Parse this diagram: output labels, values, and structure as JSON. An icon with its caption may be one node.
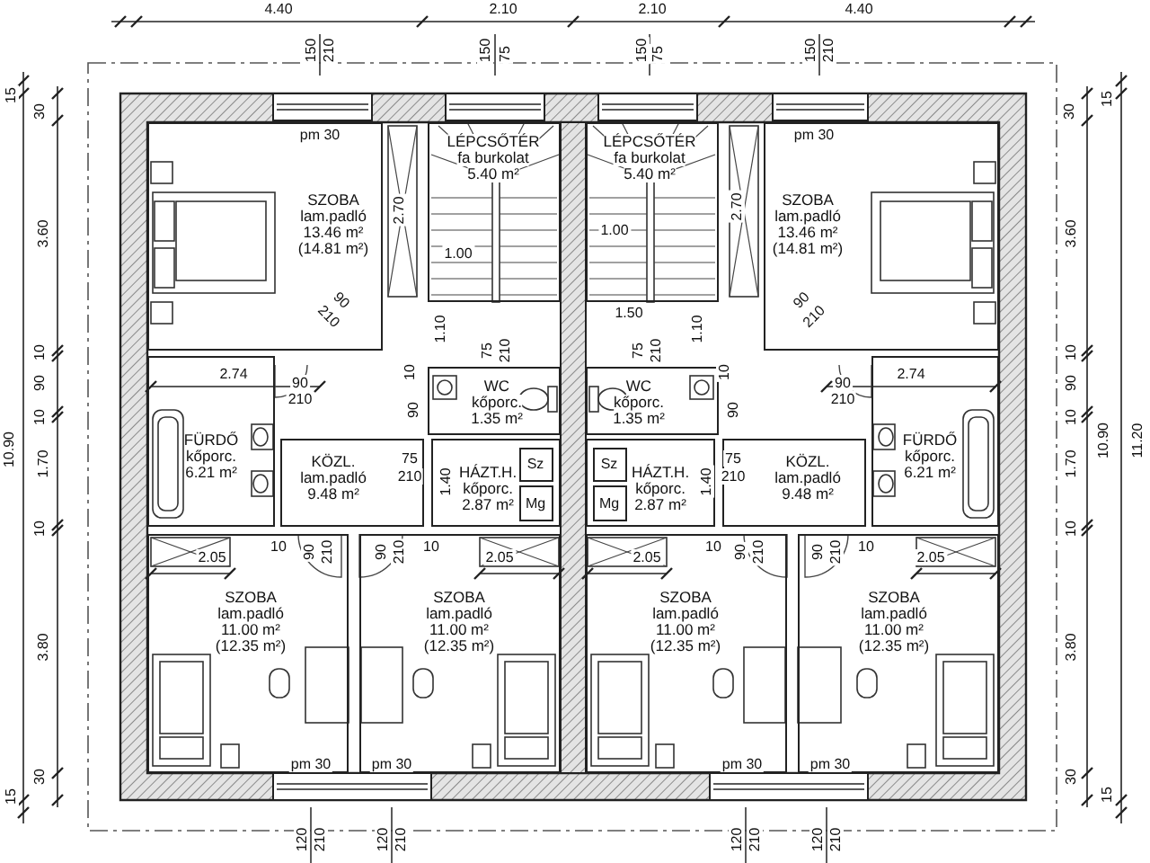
{
  "diagram": {
    "nodes": [
      {
        "text": [
          "SZOBA",
          "lam.padló",
          "13.46 m²",
          "(14.81 m²)"
        ]
      },
      {
        "text": [
          "LÉPCSŐTÉR",
          "fa burkolat",
          "5.40 m²"
        ]
      },
      {
        "text": [
          "LÉPCSŐTÉR",
          "fa burkolat",
          "5.40 m²"
        ]
      },
      {
        "text": [
          "SZOBA",
          "lam.padló",
          "13.46 m²",
          "(14.81 m²)"
        ]
      },
      {
        "text": [
          "WC",
          "kőporc.",
          "1.35 m²"
        ]
      },
      {
        "text": [
          "WC",
          "kőporc.",
          "1.35 m²"
        ]
      },
      {
        "text": [
          "FÜRDŐ",
          "kőporc.",
          "6.21 m²"
        ]
      },
      {
        "text": [
          "KÖZL.",
          "lam.padló",
          "9.48 m²"
        ]
      },
      {
        "text": [
          "HÁZT.H.",
          "kőporc.",
          "2.87 m²"
        ]
      },
      {
        "text": [
          "Sz"
        ],
        "in": 8
      },
      {
        "text": [
          "Mg"
        ],
        "in": 8
      },
      {
        "text": [
          "HÁZT.H.",
          "kőporc.",
          "2.87 m²"
        ]
      },
      {
        "text": [
          "Sz"
        ],
        "in": 11
      },
      {
        "text": [
          "Mg"
        ],
        "in": 11
      },
      {
        "text": [
          "KÖZL.",
          "lam.padló",
          "9.48 m²"
        ]
      },
      {
        "text": [
          "FÜRDŐ",
          "kőporc.",
          "6.21 m²"
        ]
      },
      {
        "text": [
          "SZOBA",
          "lam.padló",
          "11.00 m²",
          "(12.35 m²)"
        ]
      },
      {
        "text": [
          "SZOBA",
          "lam.padló",
          "11.00 m²",
          "(12.35 m²)"
        ]
      },
      {
        "text": [
          "SZOBA",
          "lam.padló",
          "11.00 m²",
          "(12.35 m²)"
        ]
      },
      {
        "text": [
          "SZOBA",
          "lam.padló",
          "11.00 m²",
          "(12.35 m²)"
        ]
      }
    ],
    "labels": [
      "4.40",
      "2.10",
      "2.10",
      "4.40",
      "150",
      "210",
      "150",
      "75",
      "150",
      "75",
      "150",
      "210",
      "15",
      "30",
      "15",
      "30",
      "pm 30",
      "pm 30",
      "2.70",
      "2.70",
      "3.60",
      "3.60",
      "1.00",
      "1.00",
      "90",
      "210",
      "90",
      "210",
      "1.50",
      "1.10",
      "1.10",
      "75",
      "210",
      "75",
      "210",
      "10",
      "10",
      "2.74",
      "2.74",
      "10",
      "10",
      "90",
      "210",
      "90",
      "210",
      "90",
      "90",
      "90",
      "90",
      "10",
      "10",
      "10.90",
      "10.90",
      "11.20",
      "75",
      "210",
      "75",
      "210",
      "1.70",
      "1.70",
      "1.40",
      "1.40",
      "10",
      "10",
      "10",
      "90",
      "210",
      "90",
      "210",
      "10",
      "10",
      "90",
      "210",
      "90",
      "210",
      "10",
      "2.05",
      "2.05",
      "2.05",
      "2.05",
      "3.80",
      "3.80",
      "pm 30",
      "pm 30",
      "pm 30",
      "pm 30",
      "30",
      "30",
      "15",
      "15",
      "120",
      "210",
      "120",
      "210",
      "120",
      "210",
      "120",
      "210"
    ]
  }
}
